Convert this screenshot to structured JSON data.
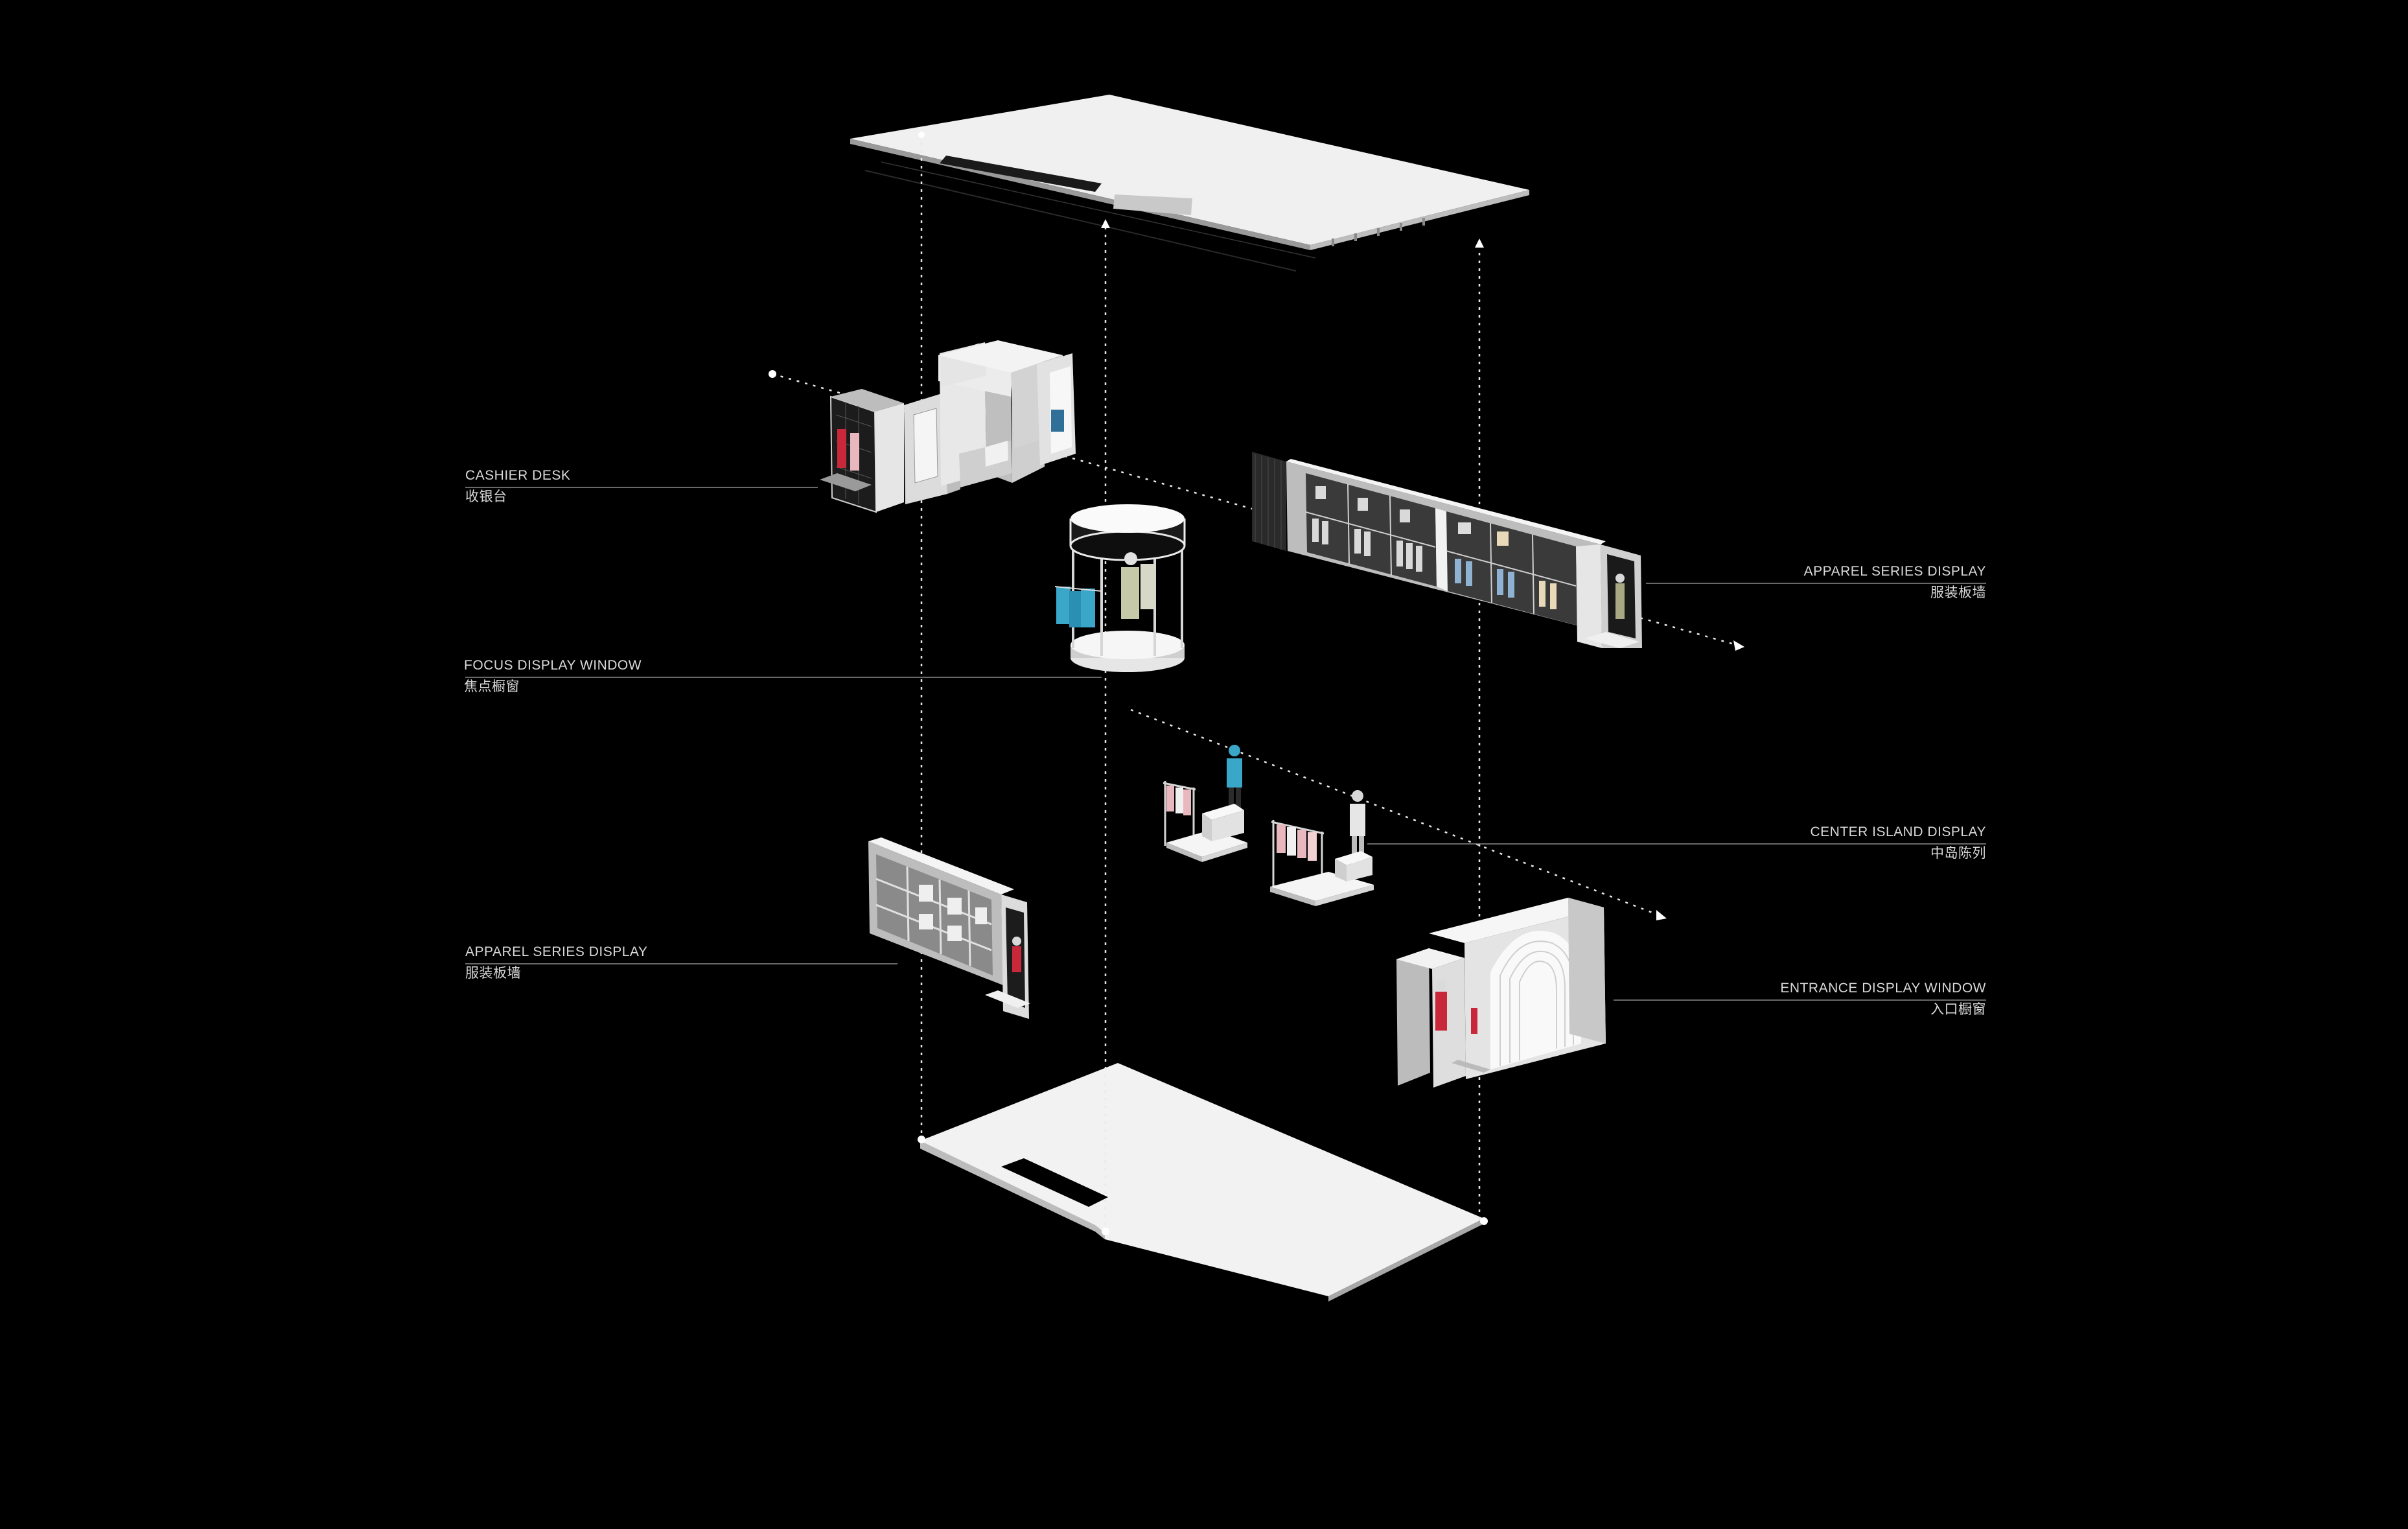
{
  "labels": {
    "cashier": {
      "en": "CASHIER DESK",
      "zh": "收银台"
    },
    "focus": {
      "en": "FOCUS DISPLAY WINDOW",
      "zh": "焦点橱窗"
    },
    "apparel_left": {
      "en": "APPAREL SERIES DISPLAY",
      "zh": "服装板墙"
    },
    "apparel_right": {
      "en": "APPAREL SERIES DISPLAY",
      "zh": "服装板墙"
    },
    "center_island": {
      "en": "CENTER ISLAND DISPLAY",
      "zh": "中岛陈列"
    },
    "entrance": {
      "en": "ENTRANCE DISPLAY WINDOW",
      "zh": "入口橱窗"
    }
  },
  "colors": {
    "background": "#000000",
    "slab": "#f2f2f2",
    "fixture": "#d8d8d8",
    "leader": "#8a8a8a",
    "accent_blue": "#3aa6c8",
    "accent_red": "#c8283a",
    "accent_pink": "#e9b8be"
  }
}
